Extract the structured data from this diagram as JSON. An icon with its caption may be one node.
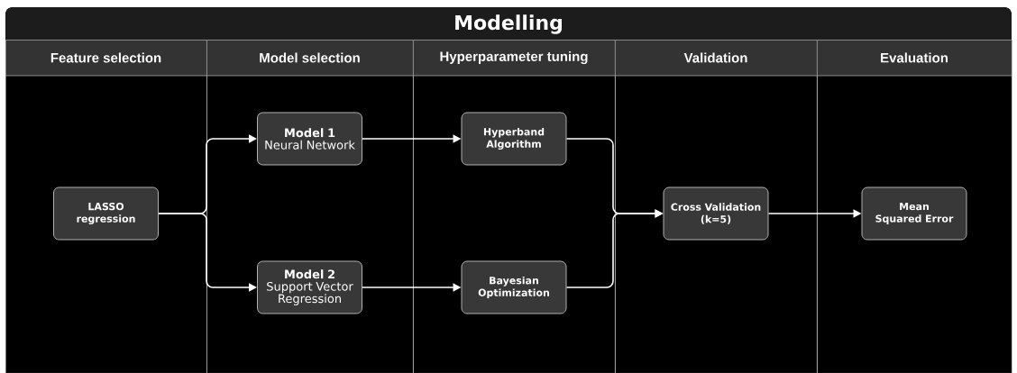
{
  "diagram": {
    "title": "Modelling",
    "nodes": [
      {
        "text": [
          "Feature selection"
        ]
      },
      {
        "text": [
          "Model selection"
        ]
      },
      {
        "text": [
          "Hyperparameter tuning"
        ]
      },
      {
        "text": [
          "Validation"
        ]
      },
      {
        "text": [
          "Evaluation"
        ]
      },
      {
        "text": [
          "LASSO regression"
        ],
        "in": 0
      },
      {
        "text": [
          "Model 1",
          "Neural Network"
        ],
        "in": 1
      },
      {
        "text": [
          "Model 2",
          "Support Vector Regression"
        ],
        "in": 1
      },
      {
        "text": [
          "Hyperband Algorithm"
        ],
        "in": 2
      },
      {
        "text": [
          "Bayesian Optimization"
        ],
        "in": 2
      },
      {
        "text": [
          "Cross Validation (k=5)"
        ],
        "in": 3
      },
      {
        "text": [
          "Mean Squared Error"
        ],
        "in": 4
      }
    ],
    "edges": [
      {
        "from": 5,
        "to": 6,
        "arrow": "to"
      },
      {
        "from": 5,
        "to": 7,
        "arrow": "to"
      },
      {
        "from": 6,
        "to": 8,
        "arrow": "to"
      },
      {
        "from": 7,
        "to": 9,
        "arrow": "to"
      },
      {
        "from": 8,
        "to": 10,
        "arrow": "to"
      },
      {
        "from": 9,
        "to": 10,
        "arrow": "to"
      },
      {
        "from": 10,
        "to": 11,
        "arrow": "to"
      }
    ]
  }
}
